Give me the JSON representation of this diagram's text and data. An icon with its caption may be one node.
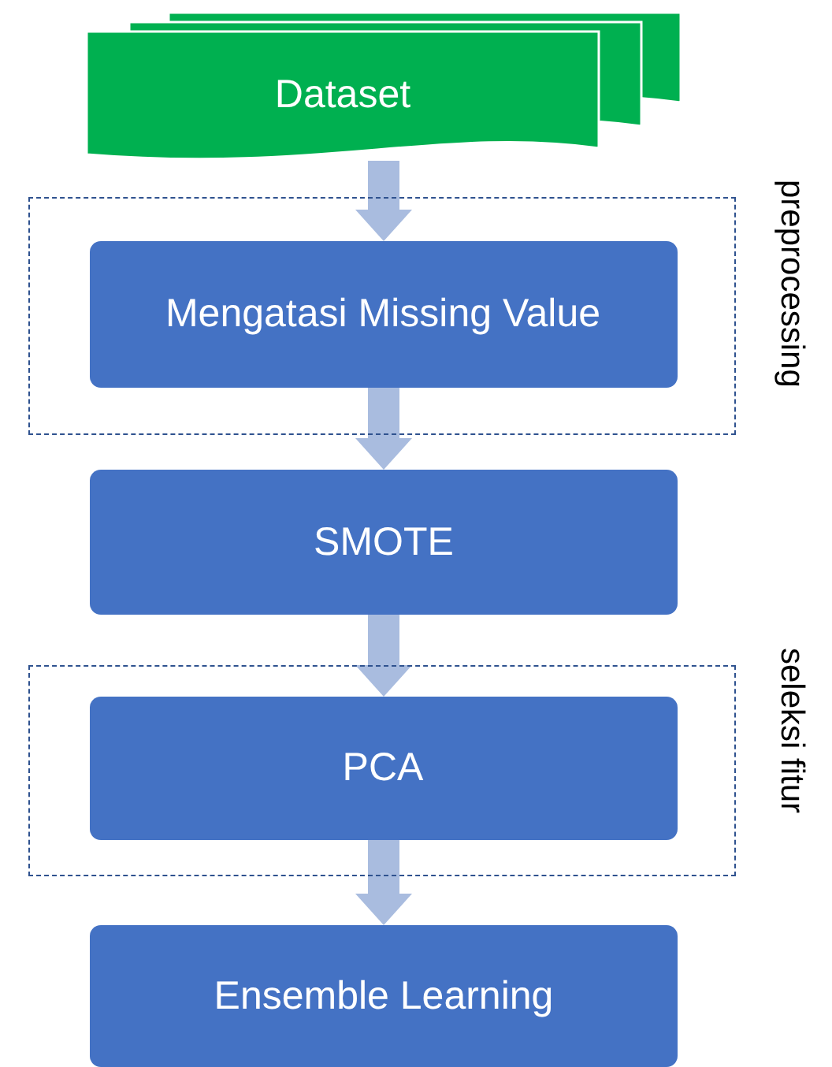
{
  "diagram": {
    "nodes": [
      {
        "text": [
          "Dataset"
        ]
      },
      {
        "text": [
          "preprocessing"
        ]
      },
      {
        "text": [
          "Mengatasi Missing Value"
        ],
        "in": 1
      },
      {
        "text": [
          "SMOTE"
        ]
      },
      {
        "text": [
          "seleksi fitur"
        ]
      },
      {
        "text": [
          "PCA"
        ],
        "in": 4
      },
      {
        "text": [
          "Ensemble Learning"
        ]
      }
    ],
    "edges": [
      {
        "from": 0,
        "to": 2,
        "arrow": "to"
      },
      {
        "from": 2,
        "to": 3,
        "arrow": "to"
      },
      {
        "from": 3,
        "to": 5,
        "arrow": "to"
      },
      {
        "from": 5,
        "to": 6,
        "arrow": "to"
      }
    ]
  }
}
